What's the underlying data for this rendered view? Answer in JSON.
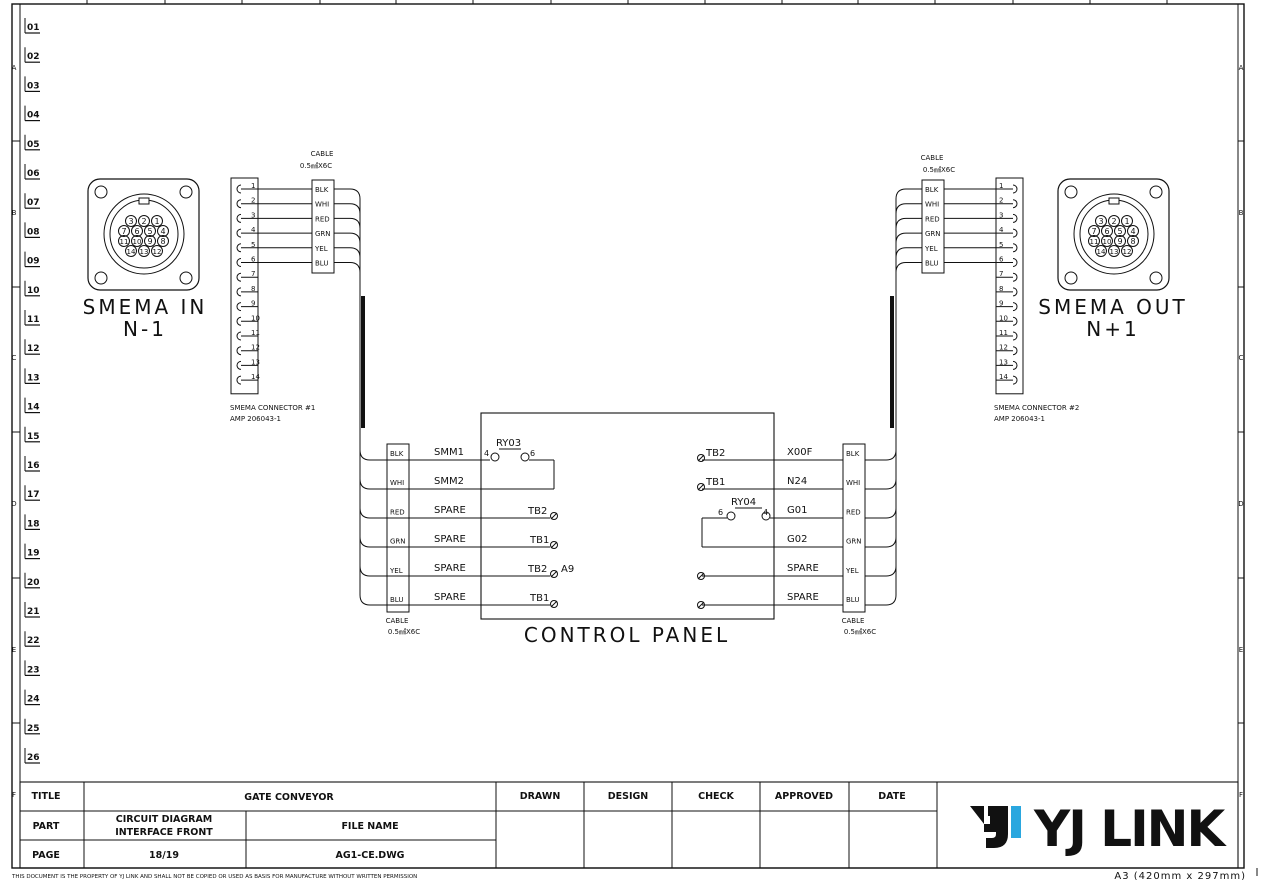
{
  "sheet": {
    "zone_letters": [
      "A",
      "B",
      "C",
      "D",
      "E",
      "F"
    ],
    "row_numbers": [
      "01",
      "02",
      "03",
      "04",
      "05",
      "06",
      "07",
      "08",
      "09",
      "10",
      "11",
      "12",
      "13",
      "14",
      "15",
      "16",
      "17",
      "18",
      "19",
      "20",
      "21",
      "22",
      "23",
      "24",
      "25",
      "26"
    ]
  },
  "smema_in": {
    "label": "SMEMA IN",
    "sub": "N-1",
    "pins": [
      "1",
      "2",
      "3",
      "4",
      "5",
      "6",
      "7",
      "8",
      "9",
      "10",
      "11",
      "12",
      "13",
      "14"
    ]
  },
  "smema_out": {
    "label": "SMEMA OUT",
    "sub": "N+1",
    "pins": [
      "1",
      "2",
      "3",
      "4",
      "5",
      "6",
      "7",
      "8",
      "9",
      "10",
      "11",
      "12",
      "13",
      "14"
    ]
  },
  "connector_in": {
    "line1": "SMEMA CONNECTOR #1",
    "line2": "AMP 206043-1"
  },
  "connector_out": {
    "line1": "SMEMA CONNECTOR #2",
    "line2": "AMP 206043-1"
  },
  "cable": {
    "title": "CABLE",
    "spec": "0.5㎟X6C",
    "colors": [
      "BLK",
      "WHI",
      "RED",
      "GRN",
      "YEL",
      "BLU"
    ]
  },
  "control_panel": {
    "label": "CONTROL PANEL",
    "ry03": "RY03",
    "ry03_pin_a": "4",
    "ry03_pin_b": "6",
    "ry04": "RY04",
    "ry04_pin_a": "6",
    "ry04_pin_b": "4",
    "left_wires": [
      "SMM1",
      "SMM2",
      "SPARE",
      "SPARE",
      "SPARE",
      "SPARE"
    ],
    "left_terms": [
      "TB2",
      "TB1",
      "TB2",
      "TB1"
    ],
    "a9": "A9",
    "right_wires": [
      "X00F",
      "N24",
      "G01",
      "G02",
      "SPARE",
      "SPARE"
    ],
    "right_terms": [
      "TB2",
      "TB1"
    ]
  },
  "title_block": {
    "title_label": "TITLE",
    "title_value": "GATE CONVEYOR",
    "part_label": "PART",
    "part_line1": "CIRCUIT DIAGRAM",
    "part_line2": "INTERFACE FRONT",
    "file_label": "FILE NAME",
    "file_value": "AG1-CE.DWG",
    "page_label": "PAGE",
    "page_value": "18/19",
    "drawn": "DRAWN",
    "design": "DESIGN",
    "check": "CHECK",
    "approved": "APPROVED",
    "date": "DATE",
    "logo_text": "YJ LINK"
  },
  "footer": {
    "notice": "THIS DOCUMENT IS THE PROPERTY OF YJ LINK AND SHALL NOT BE COPIED OR USED AS BASIS FOR MANUFACTURE WITHOUT WRITTEN PERMISSION",
    "size": "A3 (420mm x 297mm)"
  },
  "colors": {
    "ink": "#111111",
    "logo_accent": "#2aa7df"
  }
}
